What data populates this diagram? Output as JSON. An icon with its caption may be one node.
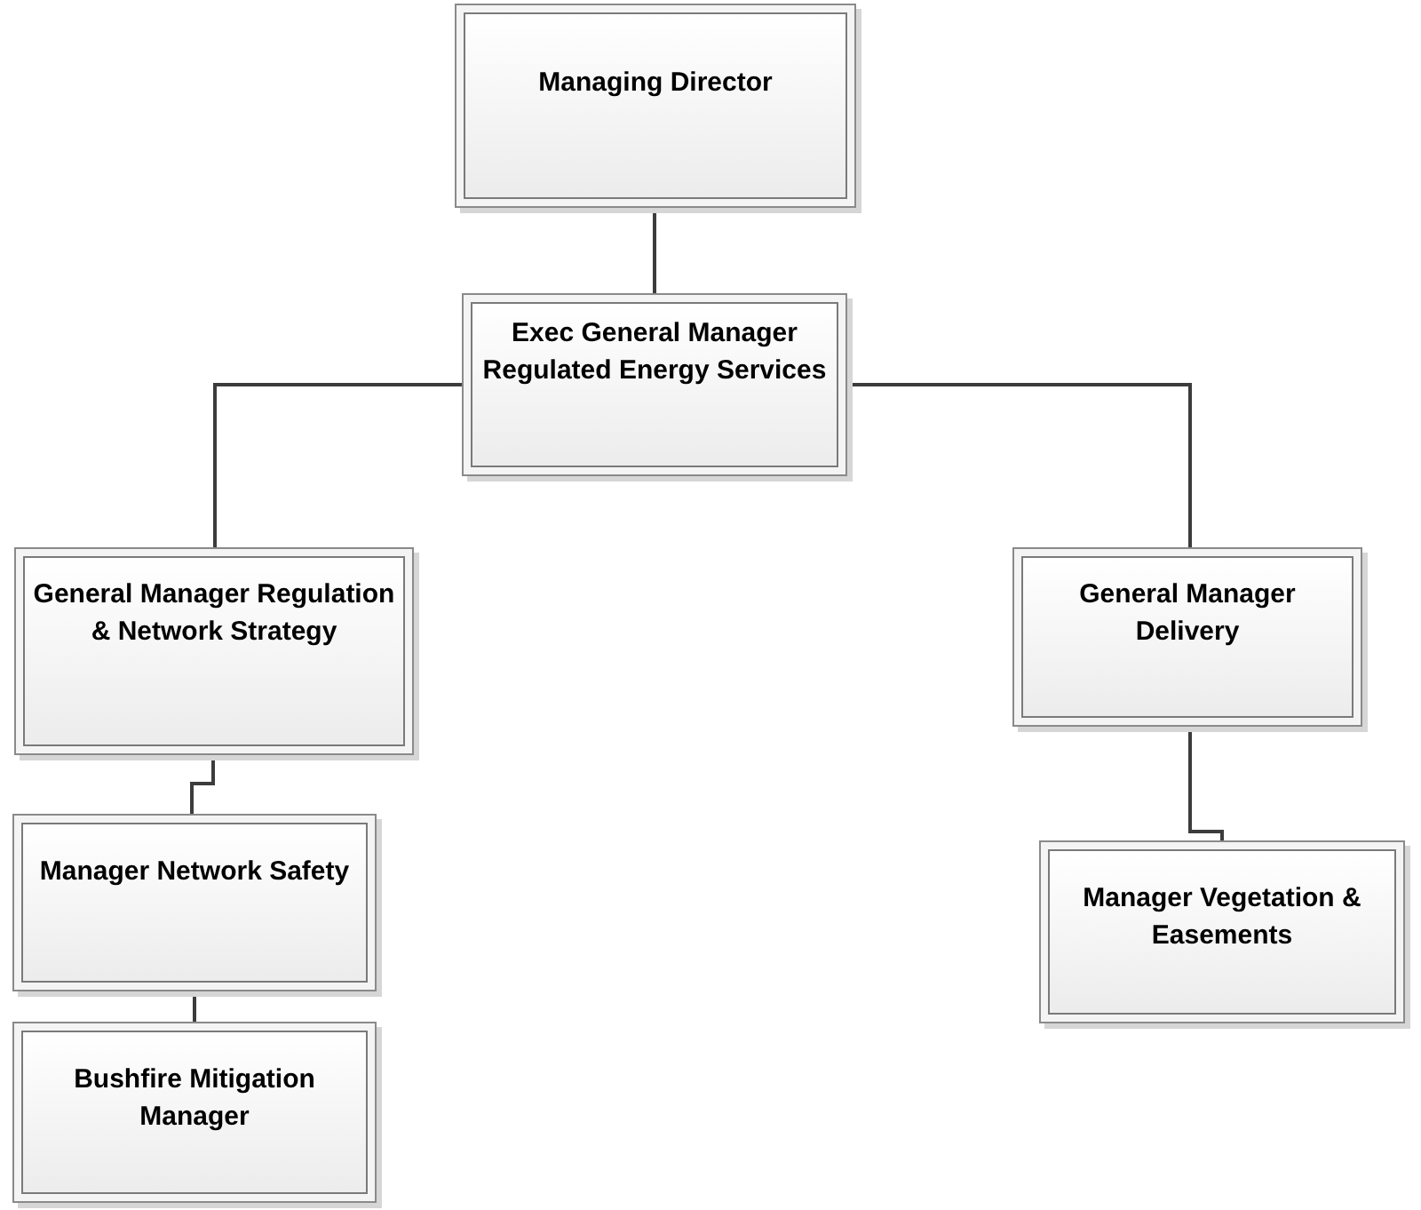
{
  "diagram": {
    "nodes": [
      {
        "text": [
          "Managing Director"
        ]
      },
      {
        "text": [
          "Exec General Manager Regulated Energy Services"
        ]
      },
      {
        "text": [
          "General Manager Regulation & Network Strategy"
        ]
      },
      {
        "text": [
          "General Manager Delivery"
        ]
      },
      {
        "text": [
          "Manager Network Safety"
        ]
      },
      {
        "text": [
          "Bushfire Mitigation Manager"
        ]
      },
      {
        "text": [
          "Manager Vegetation & Easements"
        ]
      }
    ],
    "edges": [
      {
        "from": 0,
        "to": 1,
        "arrow": "none"
      },
      {
        "from": 1,
        "to": 2,
        "arrow": "none"
      },
      {
        "from": 1,
        "to": 3,
        "arrow": "none"
      },
      {
        "from": 2,
        "to": 4,
        "arrow": "none"
      },
      {
        "from": 4,
        "to": 5,
        "arrow": "none"
      },
      {
        "from": 3,
        "to": 6,
        "arrow": "none"
      }
    ]
  }
}
